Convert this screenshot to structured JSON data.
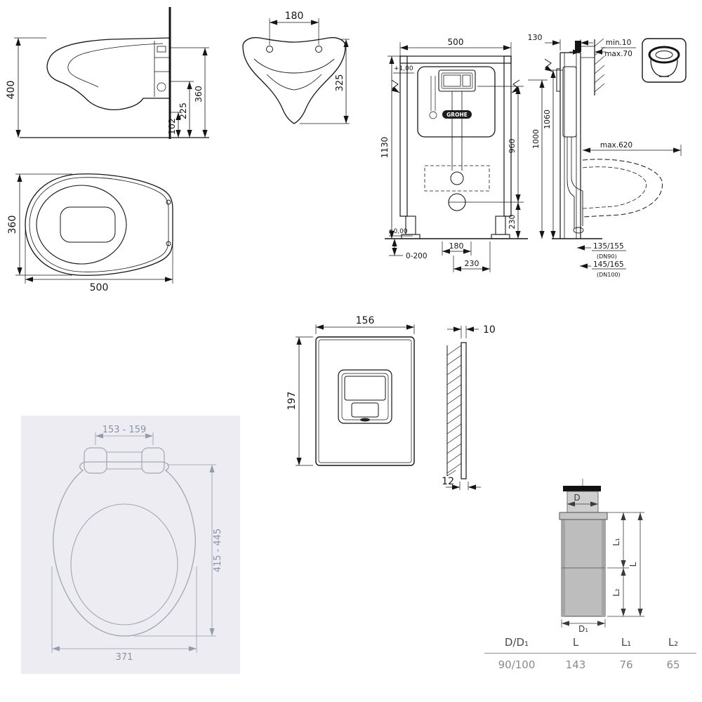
{
  "pan_side_view": {
    "overall_height": "400",
    "dim_small": "102",
    "dim_mid": "225",
    "dim_large": "360"
  },
  "pan_front_view": {
    "hole_spacing": "180",
    "height": "325"
  },
  "pan_top_view": {
    "width": "360",
    "length": "500"
  },
  "frame_diagram": {
    "width": "500",
    "depth": "130",
    "wall_min": "min.10",
    "wall_max": "max.70",
    "level_top": "+1,00",
    "height": "1130",
    "dim_1060": "1060",
    "dim_1000": "1000",
    "dim_960": "960",
    "outlet_height": "230",
    "level_floor": "±0,00",
    "foot_range": "0-200",
    "bottom_dim_180": "180",
    "bottom_dim_230": "230",
    "pan_max_depth": "max.620",
    "outlet_dn90": "135/155",
    "outlet_dn90_note": "(DN90)",
    "outlet_dn100": "145/165",
    "outlet_dn100_note": "(DN100)",
    "brand": "GROHE"
  },
  "flush_plate": {
    "width": "156",
    "height": "197",
    "thickness_top": "10",
    "thickness_bottom": "12"
  },
  "seat": {
    "hinge_spacing": "153 - 159",
    "length_range": "415 - 445",
    "width": "371"
  },
  "pipe": {
    "labels": {
      "d": "D",
      "d1": "D₁",
      "l": "L",
      "l1": "L₁",
      "l2": "L₂"
    },
    "table": {
      "headers": [
        "D/D₁",
        "L",
        "L₁",
        "L₂"
      ],
      "values": [
        "90/100",
        "143",
        "76",
        "65"
      ]
    }
  }
}
